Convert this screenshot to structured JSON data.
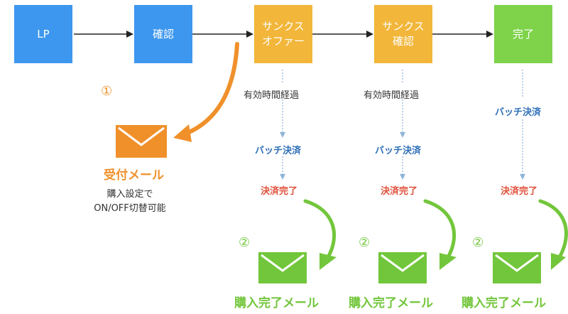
{
  "flow": {
    "lp": "LP",
    "kakunin": "確認",
    "thanks_offer": "サンクス\nオファー",
    "thanks_kakunin": "サンクス\n確認",
    "kanryo": "完了"
  },
  "mail": {
    "number": "①",
    "title": "受付メール",
    "note_line1": "購入設定で",
    "note_line2": "ON/OFF切替可能"
  },
  "columns": [
    {
      "elapsed": "有効時間経過",
      "batch": "バッチ決済",
      "done": "決済完了",
      "number": "②",
      "mail": "購入完了メール"
    },
    {
      "elapsed": "有効時間経過",
      "batch": "バッチ決済",
      "done": "決済完了",
      "number": "②",
      "mail": "購入完了メール"
    },
    {
      "batch": "バッチ決済",
      "done": "決済完了",
      "number": "②",
      "mail": "購入完了メール"
    }
  ],
  "colors": {
    "blue_box": "#3d97ee",
    "orange_box": "#f2b63a",
    "green_box": "#7ed34a",
    "orange_accent": "#f0902b",
    "green_accent": "#72c63b",
    "batch_text": "#2f6fb8",
    "done_text": "#e0503a",
    "dotted_arrow": "#8fb4d8"
  }
}
